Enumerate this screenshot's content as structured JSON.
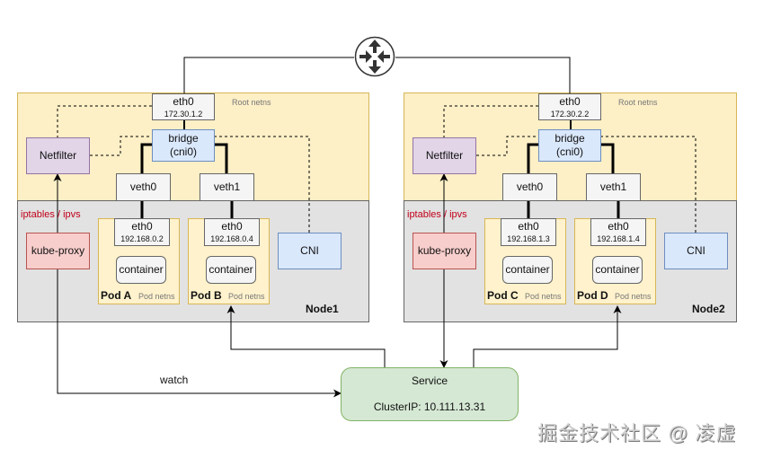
{
  "router": {
    "icon": "router-icon"
  },
  "nodes": [
    {
      "name": "Node1",
      "root_netns_label": "Root netns",
      "eth0": {
        "label": "eth0",
        "ip": "172.30.1.2"
      },
      "bridge": {
        "label": "bridge",
        "sub": "(cni0)"
      },
      "netfilter": "Netfilter",
      "veths": [
        "veth0",
        "veth1"
      ],
      "iptables_label": "iptables / ipvs",
      "kube_proxy": "kube-proxy",
      "cni": "CNI",
      "pods": [
        {
          "name": "Pod A",
          "netns": "Pod netns",
          "eth0": "eth0",
          "ip": "192.168.0.2",
          "container": "container"
        },
        {
          "name": "Pod B",
          "netns": "Pod netns",
          "eth0": "eth0",
          "ip": "192.168.0.4",
          "container": "container"
        }
      ]
    },
    {
      "name": "Node2",
      "root_netns_label": "Root netns",
      "eth0": {
        "label": "eth0",
        "ip": "172.30.2.2"
      },
      "bridge": {
        "label": "bridge",
        "sub": "(cni0)"
      },
      "netfilter": "Netfilter",
      "veths": [
        "veth0",
        "veth1"
      ],
      "iptables_label": "iptables / ipvs",
      "kube_proxy": "kube-proxy",
      "cni": "CNI",
      "pods": [
        {
          "name": "Pod C",
          "netns": "Pod netns",
          "eth0": "eth0",
          "ip": "192.168.1.3",
          "container": "container"
        },
        {
          "name": "Pod D",
          "netns": "Pod netns",
          "eth0": "eth0",
          "ip": "192.168.1.4",
          "container": "container"
        }
      ]
    }
  ],
  "service": {
    "title": "Service",
    "cluster_ip": "ClusterIP: 10.111.13.31"
  },
  "watch_label": "watch",
  "watermark": "掘金技术社区 @ 凌虚"
}
